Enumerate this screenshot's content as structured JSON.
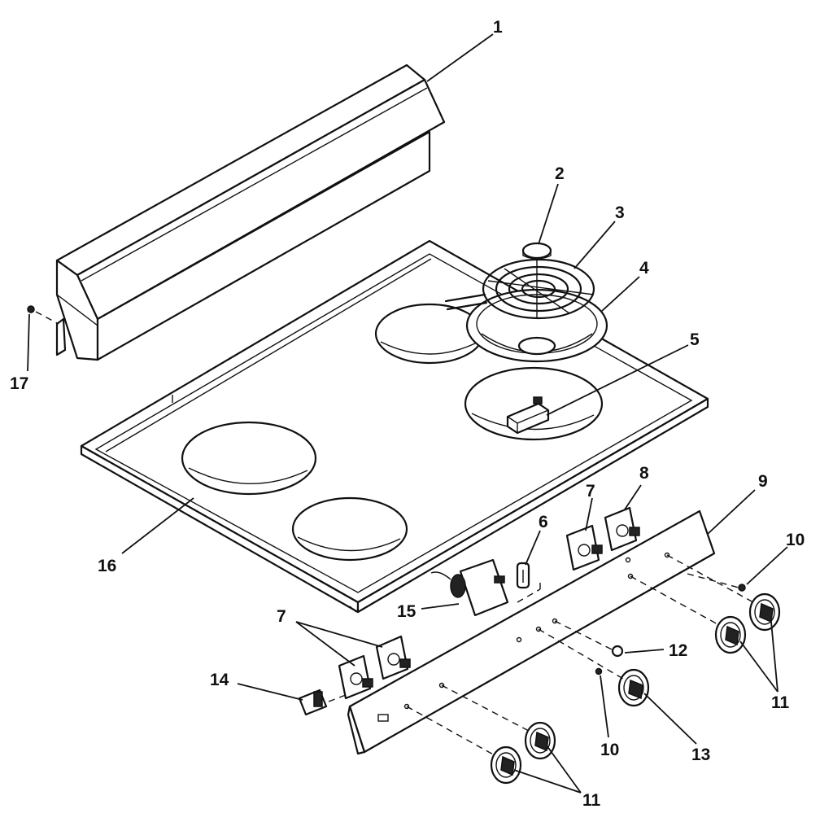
{
  "callouts": {
    "c1": "1",
    "c2": "2",
    "c3": "3",
    "c4": "4",
    "c5": "5",
    "c6": "6",
    "c7a": "7",
    "c7b": "7",
    "c8": "8",
    "c9": "9",
    "c10a": "10",
    "c10b": "10",
    "c11a": "11",
    "c11b": "11",
    "c12": "12",
    "c13": "13",
    "c14": "14",
    "c15": "15",
    "c16": "16",
    "c17": "17"
  }
}
